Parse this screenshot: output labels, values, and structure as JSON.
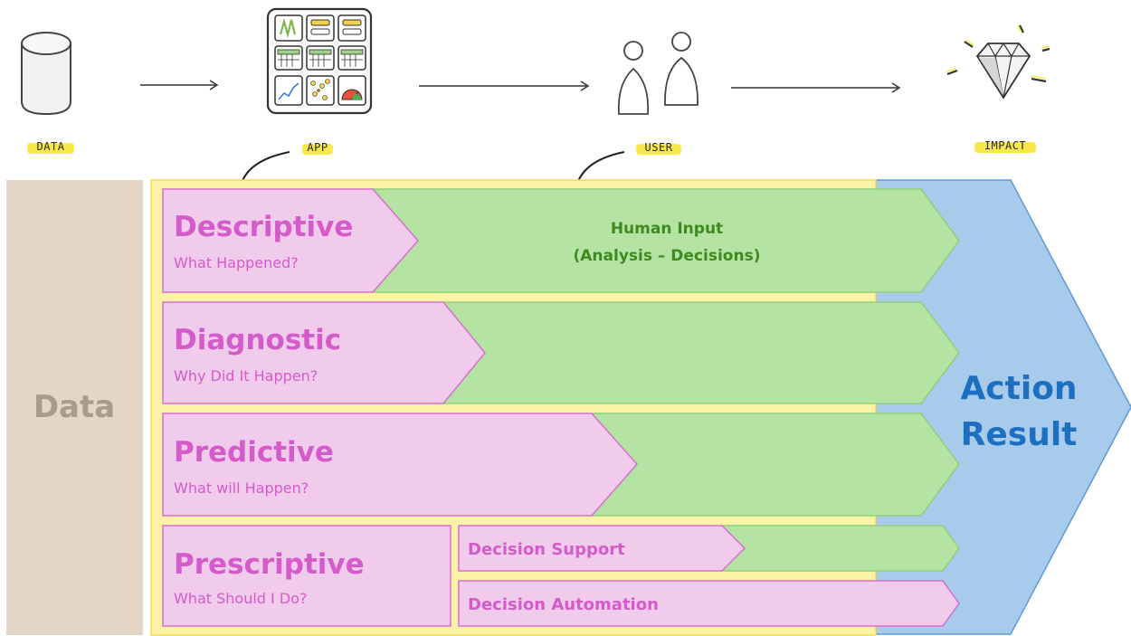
{
  "header": {
    "stages": [
      {
        "label": "DATA",
        "icon": "database-cylinder-icon"
      },
      {
        "label": "APP",
        "icon": "dashboard-app-icon"
      },
      {
        "label": "USER",
        "icon": "users-icon"
      },
      {
        "label": "IMPACT",
        "icon": "diamond-icon"
      }
    ]
  },
  "diagram": {
    "data_label": "Data",
    "action_label_line1": "Action",
    "action_label_line2": "Result",
    "human_input_line1": "Human Input",
    "human_input_line2": "(Analysis – Decisions)",
    "rows": [
      {
        "title": "Descriptive",
        "subtitle": "What Happened?"
      },
      {
        "title": "Diagnostic",
        "subtitle": "Why Did It Happen?"
      },
      {
        "title": "Predictive",
        "subtitle": "What will Happen?"
      },
      {
        "title": "Prescriptive",
        "subtitle": "What Should I Do?"
      }
    ],
    "prescriptive_items": [
      "Decision Support",
      "Decision Automation"
    ]
  },
  "colors": {
    "pink_fill": "#f0cbec",
    "pink_text": "#d45bc9",
    "green_fill": "#b5e3a4",
    "green_text": "#3f8a1f",
    "blue_fill": "#a8cbec",
    "blue_text": "#1d6fbf",
    "data_fill": "#e3d6c5",
    "yellow_fill": "#fdf3a6",
    "highlight": "#f8e84a"
  }
}
